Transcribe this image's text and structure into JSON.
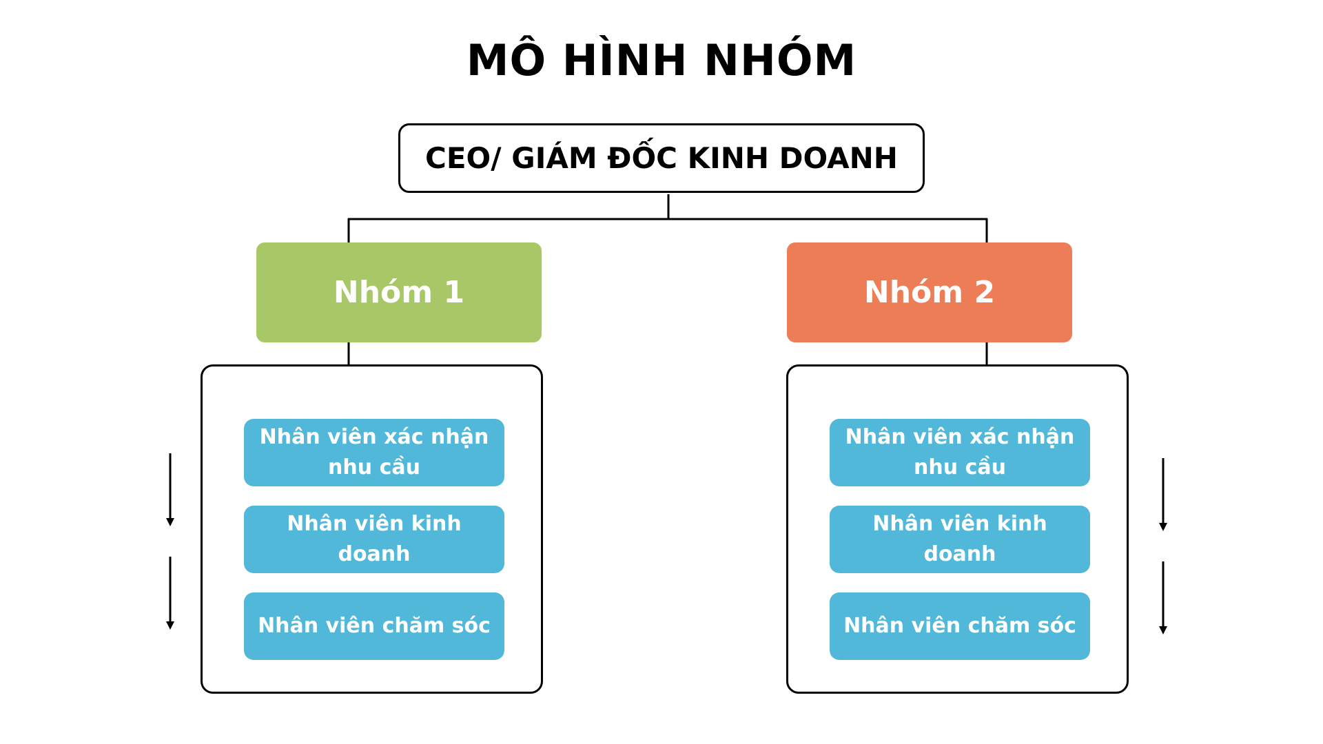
{
  "title": "MÔ HÌNH NHÓM",
  "ceo": {
    "label": "CEO/ GIÁM ĐỐC KINH DOANH"
  },
  "colors": {
    "group1": "#a8c868",
    "group2": "#ed7d57",
    "role": "#52b8da",
    "line": "#000000"
  },
  "groups": [
    {
      "label": "Nhóm 1",
      "roles": [
        "Nhân viên xác nhận nhu cầu",
        "Nhân viên kinh doanh",
        "Nhân viên chăm sóc"
      ]
    },
    {
      "label": "Nhóm 2",
      "roles": [
        "Nhân viên xác nhận nhu cầu",
        "Nhân viên kinh doanh",
        "Nhân viên chăm sóc"
      ]
    }
  ]
}
